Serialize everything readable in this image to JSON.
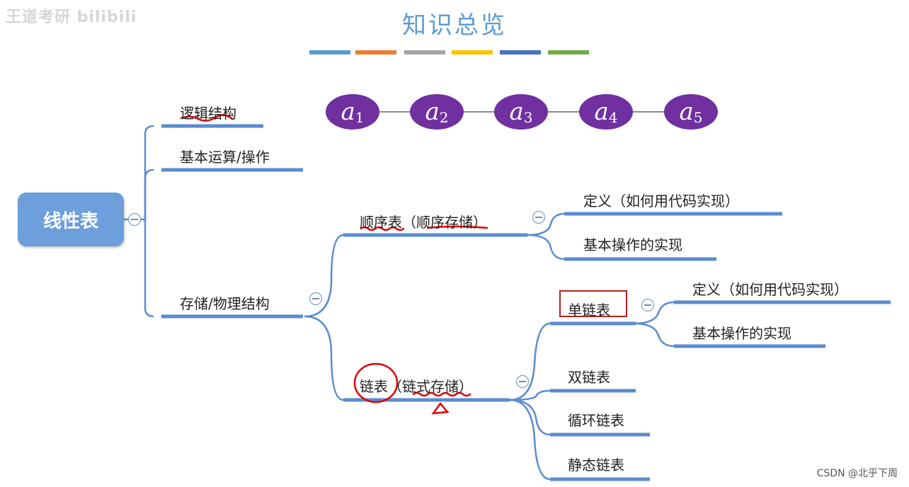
{
  "title": "知识总览",
  "watermark": "王道考研 bilibili",
  "footer": "CSDN @北乎下周",
  "color_bars": [
    "#5b9bd5",
    "#ed7d31",
    "#a5a5a5",
    "#ffc000",
    "#4472c4",
    "#70ad47"
  ],
  "nodes": [
    {
      "letter": "a",
      "sub": "1"
    },
    {
      "letter": "a",
      "sub": "2"
    },
    {
      "letter": "a",
      "sub": "3"
    },
    {
      "letter": "a",
      "sub": "4"
    },
    {
      "letter": "a",
      "sub": "5"
    }
  ],
  "mindmap": {
    "root": "线性表",
    "level1": [
      "逻辑结构",
      "基本运算/操作",
      "存储/物理结构"
    ],
    "storage": {
      "sequential": "顺序表（顺序存储）",
      "sequential_children": [
        "定义（如何用代码实现）",
        "基本操作的实现"
      ],
      "linked": "链表（链式存储）",
      "linked_children": [
        "单链表",
        "双链表",
        "循环链表",
        "静态链表"
      ],
      "singly_children": [
        "定义（如何用代码实现）",
        "基本操作的实现"
      ]
    }
  },
  "colors": {
    "branch": "#5b8ccf",
    "node": "#7030a0",
    "annotation": "#e00000",
    "root": "#6c9fdb"
  }
}
